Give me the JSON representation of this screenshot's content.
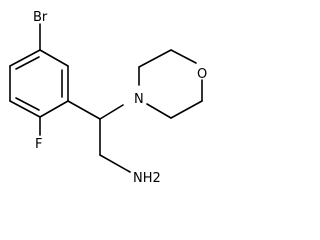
{
  "molecule": {
    "atoms": {
      "bromine": "Br",
      "fluorine": "F",
      "nitrogen": "N",
      "oxygen": "O",
      "amine": "NH2"
    },
    "colors": {
      "bond": "#000000",
      "label": "#000000",
      "background": "#ffffff"
    }
  }
}
